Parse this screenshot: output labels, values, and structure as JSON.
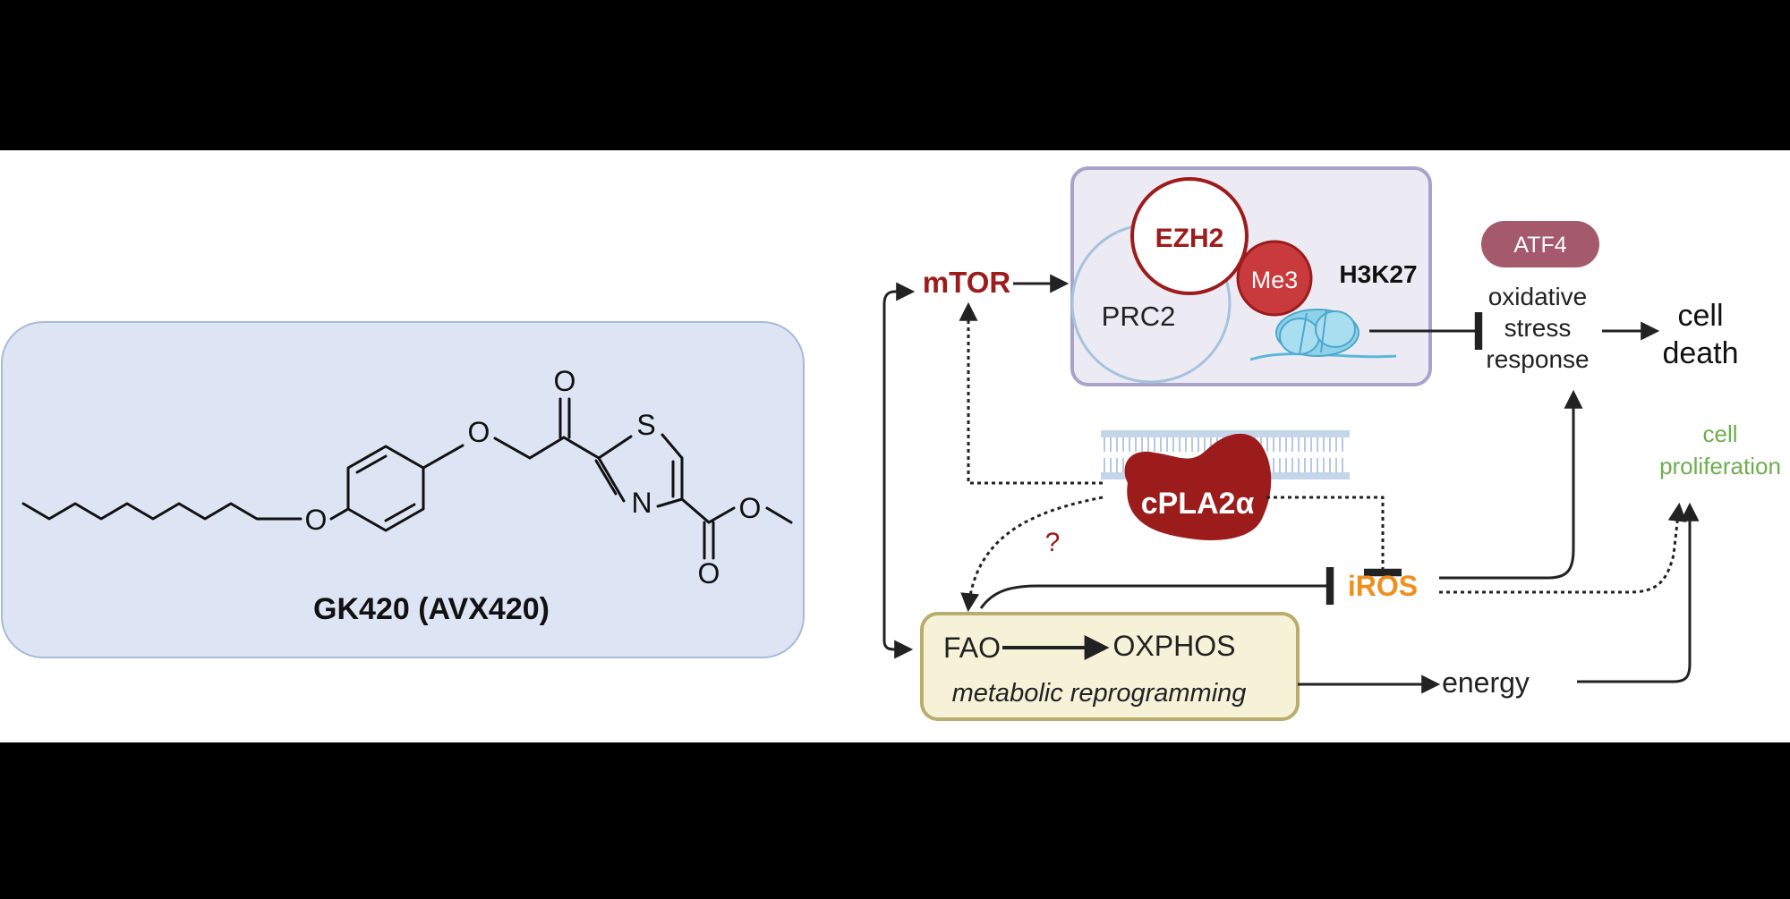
{
  "compound_panel": {
    "compound_name": "GK420 (AVX420)",
    "atoms": {
      "oxygen": "O",
      "sulfur": "S",
      "nitrogen": "N"
    }
  },
  "pathway": {
    "prc2_complex": {
      "ezh2": "EZH2",
      "me3": "Me3",
      "h3k27": "H3K27",
      "prc2": "PRC2"
    },
    "mtor": "mTOR",
    "atf4": "ATF4",
    "oxidative_stress_response": [
      "oxidative",
      "stress",
      "response"
    ],
    "cell_death": [
      "cell",
      "death"
    ],
    "cell_proliferation": [
      "cell",
      "proliferation"
    ],
    "cpla2a": "cPLA2α",
    "question_mark": "?",
    "iros": "iROS",
    "metabolic_box": {
      "fao": "FAO",
      "oxphos": "OXPHOS",
      "caption": "metabolic reprogramming"
    },
    "energy": "energy"
  },
  "colors": {
    "background": "#000000",
    "canvas": "#ffffff",
    "compound_box_fill": "#dde4f3",
    "compound_box_stroke": "#a7bad9",
    "prc2_box_fill": "#ecebf4",
    "prc2_box_stroke": "#a9a3cc",
    "dark_red": "#9c1b1b",
    "me3_red": "#c93a3c",
    "iros_orange": "#ef8f1c",
    "atf4_mauve": "#a45a6c",
    "proliferation_green": "#6cae4d",
    "metabolic_box_fill": "#f6f2d8",
    "metabolic_box_stroke": "#b9ad6c",
    "nucleosome_blue": "#8fd0ea",
    "membrane_blue": "#9fb9d8"
  }
}
